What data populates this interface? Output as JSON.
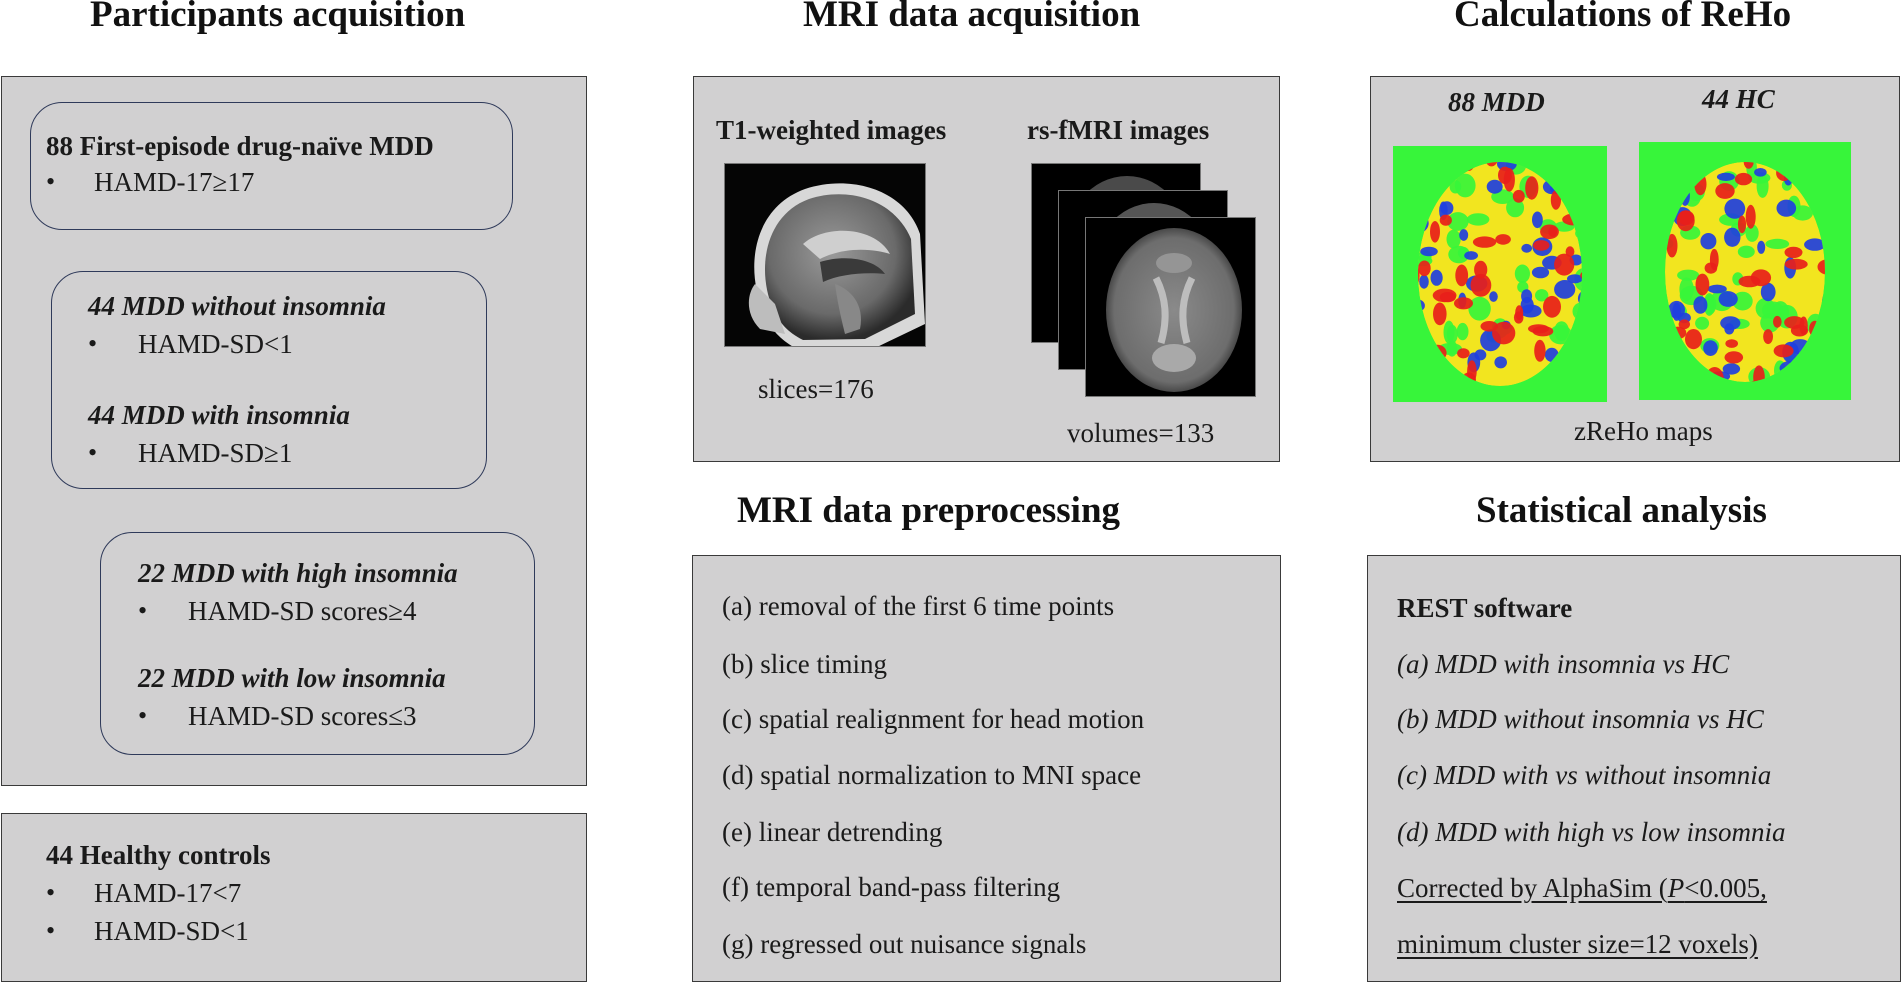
{
  "headings": {
    "participants": "Participants acquisition",
    "mri_acq": "MRI data acquisition",
    "reho": "Calculations of ReHo",
    "preproc": "MRI data preprocessing",
    "stats": "Statistical analysis"
  },
  "participants": {
    "mdd_box": {
      "title": "88 First-episode drug-naïve MDD",
      "bullet": "HAMD-17≥17"
    },
    "insomnia_box": {
      "without": {
        "title": "44 MDD  without insomnia",
        "bullet": "HAMD-SD<1"
      },
      "with": {
        "title": "44 MDD  with insomnia",
        "bullet": "HAMD-SD≥1"
      }
    },
    "level_box": {
      "high": {
        "title": "22 MDD  with high insomnia",
        "bullet": "HAMD-SD  scores≥4"
      },
      "low": {
        "title": "22 MDD  with low insomnia",
        "bullet": "HAMD-SD  scores≤3"
      }
    },
    "controls": {
      "title": "44 Healthy controls",
      "bullets": [
        "HAMD-17<7",
        "HAMD-SD<1"
      ]
    }
  },
  "mri_acquisition": {
    "t1_label": "T1-weighted images",
    "rs_label": "rs-fMRI images",
    "slices": "slices=176",
    "volumes": "volumes=133"
  },
  "reho": {
    "mdd_label": "88 MDD",
    "hc_label": "44 HC",
    "caption": "zReHo maps",
    "colors": {
      "background": "#37f53a",
      "high": "#e8201a",
      "low": "#1f3fe0",
      "mid": "#f2e51f"
    }
  },
  "preprocessing": {
    "steps": [
      "(a) removal of the first 6 time  points",
      "(b) slice timing",
      "(c) spatial  realignment   for head motion",
      "(d) spatial  normalization   to MNI space",
      "(e) linear  detrending",
      "(f) temporal band-pass filtering",
      "(g) regressed out nuisance signals"
    ]
  },
  "statistics": {
    "software": "REST software",
    "comparisons": [
      "(a) MDD with insomnia vs  HC",
      "(b) MDD without insomnia vs  HC",
      "(c)  MDD with  vs  without insomnia",
      "(d) MDD with high vs  low  insomnia"
    ],
    "correction_line1_pre": "Corrected     by  AlphaSim  (",
    "correction_p": "P",
    "correction_line1_post": "<0.005,",
    "correction_line2": "minimum  cluster size=12 voxels)"
  },
  "bullet_char": "•",
  "colors": {
    "panel": "#d1d0d1",
    "panel_border": "#3a3a3a",
    "rounded_border": "#2f3a5a"
  }
}
